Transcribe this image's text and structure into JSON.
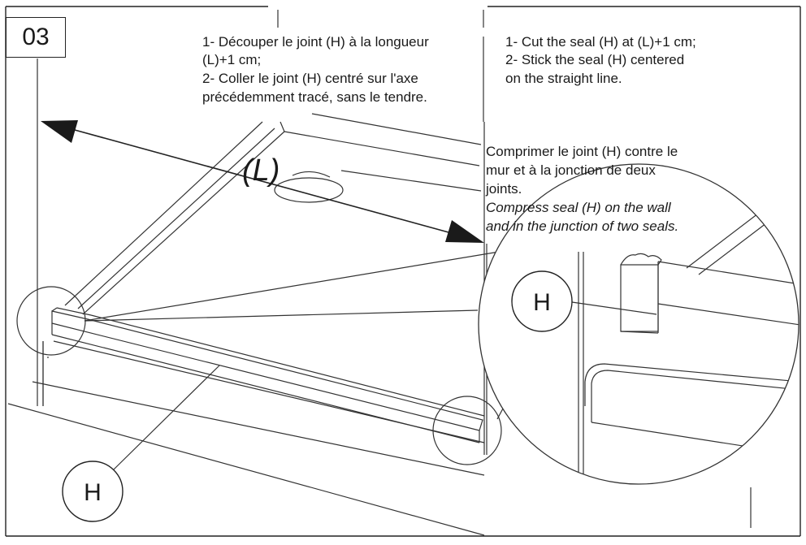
{
  "step_number": "03",
  "instructions_fr": {
    "line1": "1- Découper le joint (H) à la longueur",
    "line2": "(L)+1 cm;",
    "line3": "2- Coller le joint (H) centré sur l'axe",
    "line4": "précédemment tracé, sans le tendre."
  },
  "instructions_en": {
    "line1": "1- Cut the seal (H) at (L)+1 cm;",
    "line2": "2- Stick the seal (H) centered",
    "line3": "on the straight line."
  },
  "detail_note": {
    "fr_line1": "Comprimer le joint (H) contre le",
    "fr_line2": "mur et à la jonction de deux",
    "fr_line3": "joints.",
    "en_line1": "Compress seal (H) on the wall",
    "en_line2": "and in the junction of two seals."
  },
  "labels": {
    "length": "(L)",
    "seal_main": "H",
    "seal_detail": "H"
  },
  "colors": {
    "ink": "#1a1a1a",
    "paper": "#ffffff"
  }
}
